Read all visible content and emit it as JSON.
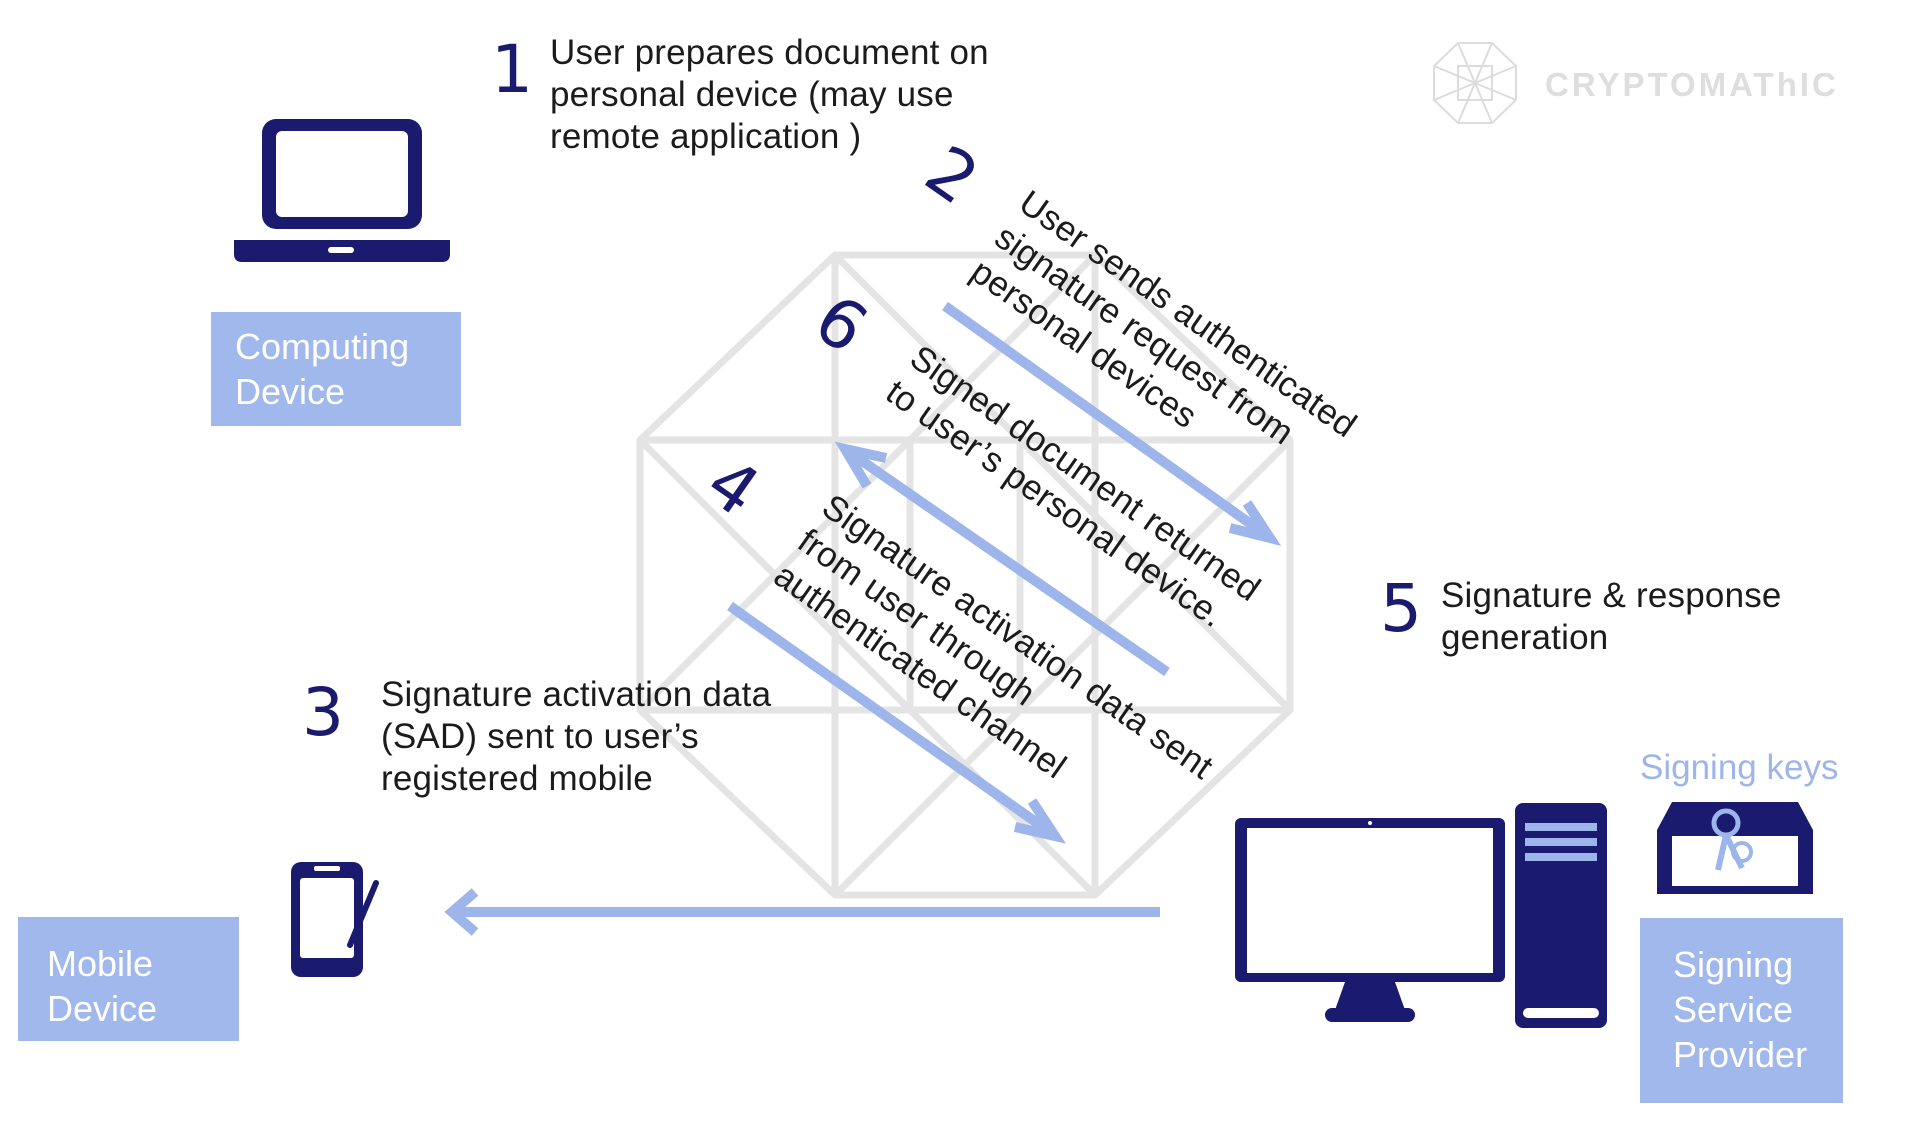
{
  "brand": {
    "name": "CRYPTOMAThIC",
    "icon": "cube-logo-icon"
  },
  "colors": {
    "navy": "#1a1a6e",
    "arrow": "#9db5ea",
    "box": "#a1b8ec",
    "watermark": "#e2e2e2"
  },
  "entities": {
    "computing_device": {
      "label_line1": "Computing",
      "label_line2": "Device",
      "icon": "laptop-icon"
    },
    "mobile_device": {
      "label_line1": "Mobile",
      "label_line2": "Device",
      "icon": "smartphone-stylus-icon"
    },
    "signing_service": {
      "label_line1": "Signing",
      "label_line2": "Service",
      "label_line3": "Provider",
      "icon": "desktop-computer-icon"
    },
    "signing_keys": {
      "label": "Signing keys",
      "icon": "key-vault-icon"
    }
  },
  "steps": {
    "s1": {
      "num": "1",
      "line1": "User prepares document on",
      "line2": "personal device (may use",
      "line3": "remote application )"
    },
    "s2": {
      "num": "2",
      "line1": "User sends authenticated",
      "line2": "signature request from",
      "line3": "personal devices"
    },
    "s3": {
      "num": "3",
      "line1": "Signature activation data",
      "line2": "(SAD) sent to user’s",
      "line3": "registered mobile"
    },
    "s4": {
      "num": "4",
      "line1": "Signature activation data sent",
      "line2": "from user through",
      "line3": "authenticated channel"
    },
    "s5": {
      "num": "5",
      "line1": "Signature & response",
      "line2": "generation"
    },
    "s6": {
      "num": "6",
      "line1": "Signed document returned",
      "line2": "to user’s personal device."
    }
  }
}
